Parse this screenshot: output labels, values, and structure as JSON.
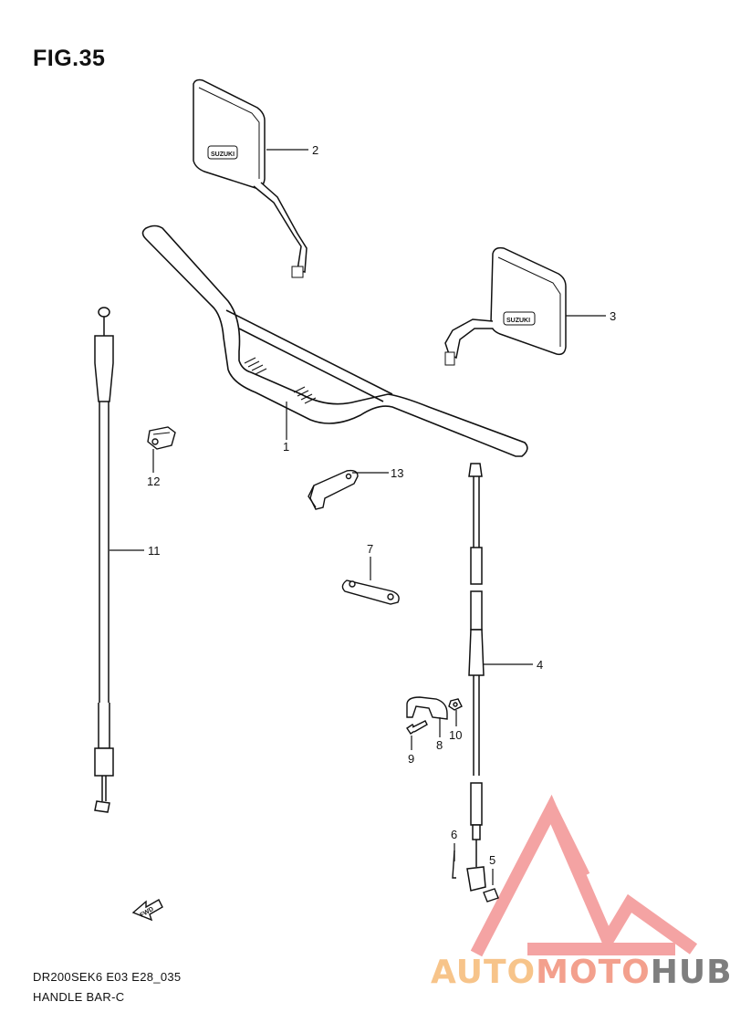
{
  "figure": {
    "title": "FIG.35"
  },
  "callouts": [
    {
      "id": "1",
      "label": "1"
    },
    {
      "id": "2",
      "label": "2"
    },
    {
      "id": "3",
      "label": "3"
    },
    {
      "id": "4",
      "label": "4"
    },
    {
      "id": "5",
      "label": "5"
    },
    {
      "id": "6",
      "label": "6"
    },
    {
      "id": "7",
      "label": "7"
    },
    {
      "id": "8",
      "label": "8"
    },
    {
      "id": "9",
      "label": "9"
    },
    {
      "id": "10",
      "label": "10"
    },
    {
      "id": "11",
      "label": "11"
    },
    {
      "id": "12",
      "label": "12"
    },
    {
      "id": "13",
      "label": "13"
    }
  ],
  "mirror_brand": "SUZUKI",
  "direction_marker": "FWD",
  "footer": {
    "model_code": "DR200SEK6 E03 E28_035",
    "section_name": "HANDLE BAR-C"
  },
  "watermark": {
    "part1": "AUTO",
    "part2": "MOTO",
    "part3": "HUB",
    "colors": {
      "auto": "#f7c48a",
      "moto": "#f3a08d",
      "hub": "#7e7e7e",
      "triangle": "#f39a9a"
    }
  }
}
